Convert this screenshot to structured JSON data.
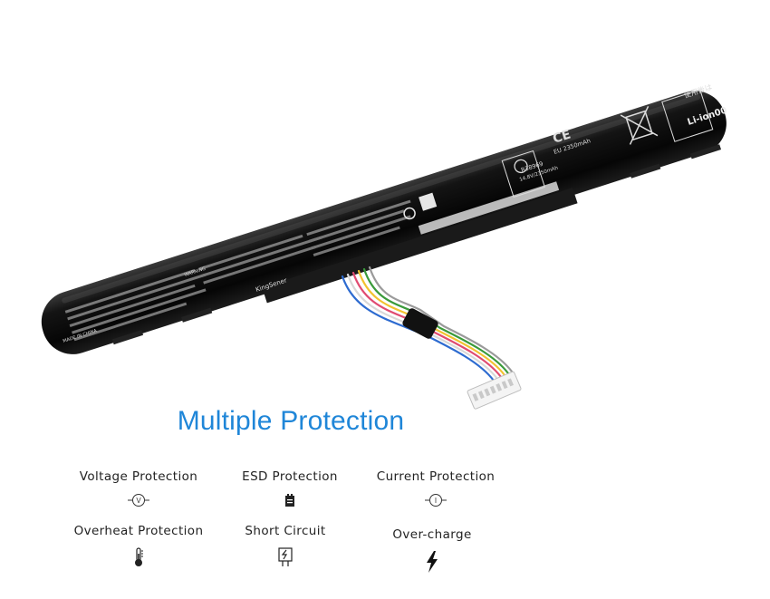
{
  "product": {
    "brand_label": "KingSener",
    "cert_code": "R38969",
    "capacity_label": "EU 2350mAh",
    "voltage_label": "14.8V/2350mAh",
    "chemistry_label": "Li-ion00",
    "recycle_label": "使用後は",
    "warning_label": "WARNING",
    "made_in": "MADE IN CHINA"
  },
  "headline": "Multiple Protection",
  "features": [
    {
      "label": "Voltage Protection",
      "icon": "voltage-icon"
    },
    {
      "label": "ESD Protection",
      "icon": "esd-icon"
    },
    {
      "label": "Current Protection",
      "icon": "current-icon"
    },
    {
      "label": "Overheat Protection",
      "icon": "thermometer-icon"
    },
    {
      "label": "Short Circuit",
      "icon": "short-circuit-icon"
    },
    {
      "label": "Over-charge",
      "icon": "lightning-icon"
    }
  ],
  "colors": {
    "headline": "#1f86d8",
    "battery_body": "#0d0d0d",
    "label_text": "#222222"
  }
}
